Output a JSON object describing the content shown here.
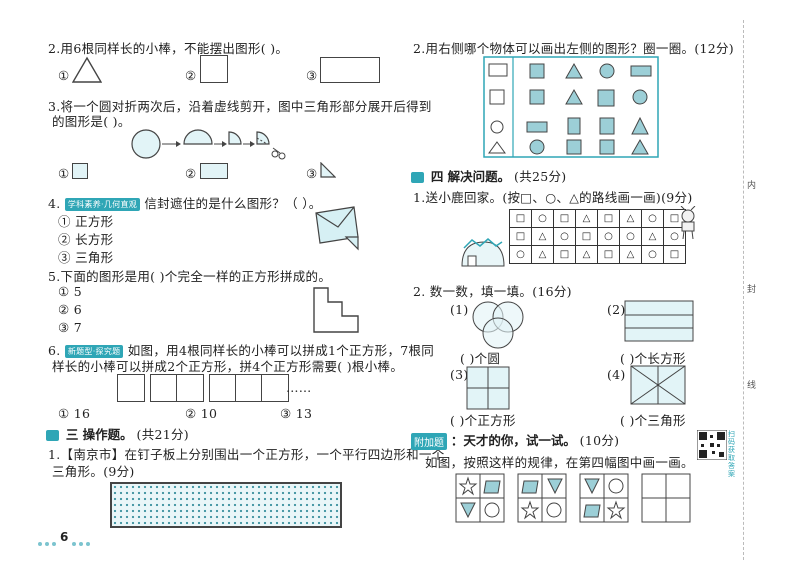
{
  "left": {
    "q2": {
      "text": "2.用6根同样长的小棒，不能摆出图形(      )。",
      "opt1": "①",
      "opt2": "②",
      "opt3": "③"
    },
    "q3": {
      "line1": "3.将一个圆对折两次后，沿着虚线剪开，图中三角形部分展开后得到",
      "line2": "的图形是(      )。",
      "opt1": "①",
      "opt2": "②",
      "opt3": "③"
    },
    "q4": {
      "num": "4.",
      "tag": "学科素养·几何直观",
      "text": "信封遮住的是什么图形？（      ）。",
      "o1": "① 正方形",
      "o2": "② 长方形",
      "o3": "③ 三角形"
    },
    "q5": {
      "text": "5.下面的图形是用(      )个完全一样的正方形拼成的。",
      "o1": "① 5",
      "o2": "② 6",
      "o3": "③ 7"
    },
    "q6": {
      "num": "6.",
      "tag": "新题型·探究题",
      "line1": "如图，用4根同样长的小棒可以拼成1个正方形，7根同",
      "line2": "样长的小棒可以拼成2个正方形，拼4个正方形需要(      )根小棒。",
      "ellipsis": "……",
      "o1": "① 16",
      "o2": "② 10",
      "o3": "③ 13"
    },
    "section3": {
      "title": "三 操作题。",
      "score": "(共21分)"
    },
    "op1": {
      "line1": "1.【南京市】在钉子板上分别围出一个正方形，一个平行四边形和一个",
      "line2": "三角形。(9分)"
    },
    "page_number": "6"
  },
  "right": {
    "q2": {
      "text": "2.用右侧哪个物体可以画出左侧的图形？圈一圈。(12分)"
    },
    "section4": {
      "title": "四 解决问题。",
      "score": "(共25分)"
    },
    "s1": {
      "text": "1.送小鹿回家。(按□、○、△的路线画一画)(9分)"
    },
    "grid": {
      "row1": [
        "□",
        "○",
        "□",
        "△",
        "□",
        "△",
        "○",
        "□"
      ],
      "row2": [
        "□",
        "△",
        "○",
        "□",
        "○",
        "○",
        "△",
        "○"
      ],
      "row3": [
        "○",
        "△",
        "□",
        "△",
        "□",
        "△",
        "○",
        "□"
      ]
    },
    "s2": {
      "text": "2. 数一数，填一填。(16分)",
      "p1": "(1)",
      "p1_ans": "(      )个圆",
      "p2": "(2)",
      "p2_ans": "(      )个长方形",
      "p3": "(3)",
      "p3_ans": "(      )个正方形",
      "p4": "(4)",
      "p4_ans": "(      )个三角形"
    },
    "bonus": {
      "tag": "附加题",
      "title": "：天才的你，试一试。",
      "score": "(10分)",
      "text": "如图，按照这样的规律，在第四幅图中画一画。"
    },
    "side": {
      "label": "扫码获取答案",
      "c1": "内",
      "c2": "封",
      "c3": "线"
    }
  },
  "colors": {
    "accent": "#2fa6b6",
    "peg_bg": "#e9f6f8"
  }
}
